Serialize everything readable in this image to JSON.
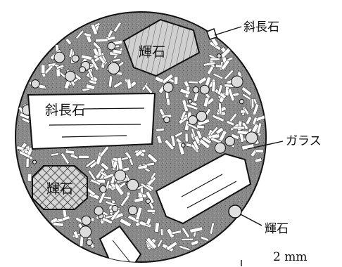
{
  "labels": {
    "plagioclase_small": "斜長石",
    "plagioclase_large": "斜長石",
    "pyroxene_top": "輝石",
    "pyroxene_left": "輝石",
    "pyroxene_right": "輝石",
    "glass": "ガラス",
    "scale": "2 mm"
  },
  "colors": {
    "groundmass": "#8a8a8a",
    "outline": "#111111",
    "crystal_fill": "#ffffff",
    "pyroxene_fill": "#cfcfcf"
  }
}
